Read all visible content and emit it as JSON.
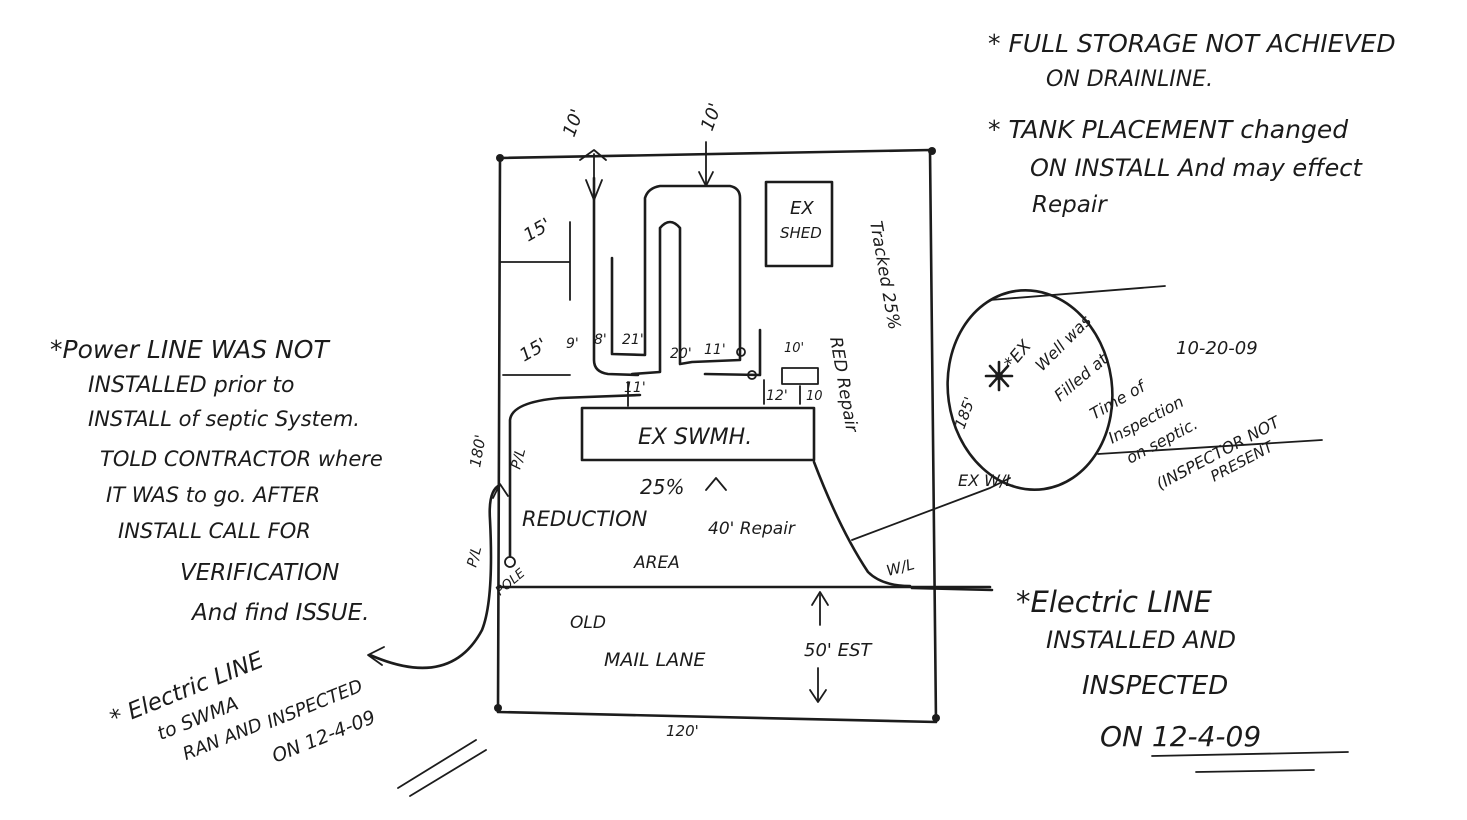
{
  "notes": {
    "top_right_1": [
      "* FULL STORAGE NOT ACHIEVED",
      "ON DRAINLINE."
    ],
    "top_right_2": [
      "* TANK PLACEMENT changed",
      "ON INSTALL And may effect",
      "Repair"
    ],
    "left": [
      "*Power LINE WAS NOT",
      "INSTALLED prior to",
      "INSTALL of septic System.",
      "TOLD CONTRACTOR where",
      "IT WAS to go. AFTER",
      "INSTALL CALL FOR",
      "VERIFICATION",
      "And find ISSUE."
    ],
    "bottom_left": [
      "* Electric LINE",
      "to SWMA",
      "RAN AND",
      "INSPECTED",
      "ON 12-4-09"
    ],
    "bottom_right": [
      "*Electric LINE",
      "INSTALLED AND",
      "INSPECTED",
      "ON 12-4-09"
    ],
    "well": [
      "*EX",
      "Well was",
      "Filled at",
      "10-20-09",
      "Time of",
      "Inspection",
      "on septic.",
      "(INSPECTOR NOT",
      "PRESENT"
    ]
  },
  "site": {
    "shed": [
      "EX",
      "SHED"
    ],
    "swmh": "EX SWMH.",
    "reduction": [
      "25%",
      "REDUCTION",
      "40' Repair",
      "AREA"
    ],
    "tracked": [
      "Tracked 25%",
      "RED Repair"
    ],
    "road": [
      "OLD",
      "MAIL LANE"
    ],
    "dims": {
      "top1": "10'",
      "top2": "10'",
      "left15a": "15'",
      "left15b": "15'",
      "d9": "9'",
      "d8": "8'",
      "d21": "21'",
      "d20": "20'",
      "d11a": "11'",
      "d10a": "10'",
      "d11b": "11'",
      "d12": "12'",
      "d10b": "10",
      "d185": "185'",
      "d180": "180'",
      "width120": "120'",
      "setback": "50' EST"
    },
    "labels": {
      "pl1": "P/L",
      "pl2": "P/L",
      "pole": "POLE",
      "exwl": "EX W/L",
      "wl": "W/L"
    }
  }
}
